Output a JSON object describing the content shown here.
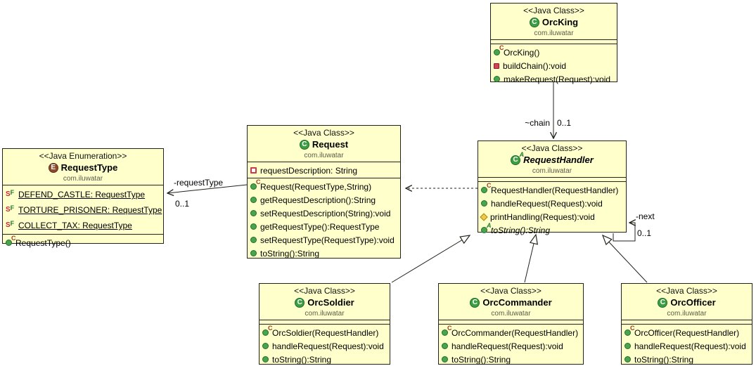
{
  "icons": {
    "class_letter": "C",
    "enum_letter": "E",
    "constructor_sup": "C",
    "abstract_sup": "A",
    "static_sup": "S",
    "final_sup": "F"
  },
  "edges": {
    "chain": {
      "name": "~chain",
      "multiplicity": "0..1"
    },
    "requestType": {
      "name": "-requestType",
      "multiplicity": "0..1"
    },
    "next": {
      "name": "-next",
      "multiplicity": "0..1"
    }
  },
  "classes": {
    "orcKing": {
      "stereotype": "<<Java Class>>",
      "name": "OrcKing",
      "package": "com.iluwatar",
      "methods": [
        {
          "kind": "constructor",
          "label": "OrcKing()"
        },
        {
          "kind": "private",
          "label": "buildChain():void"
        },
        {
          "kind": "public",
          "label": "makeRequest(Request):void"
        }
      ]
    },
    "request": {
      "stereotype": "<<Java Class>>",
      "name": "Request",
      "package": "com.iluwatar",
      "fields": [
        {
          "kind": "private",
          "label": "requestDescription: String"
        }
      ],
      "methods": [
        {
          "kind": "constructor",
          "label": "Request(RequestType,String)"
        },
        {
          "kind": "public",
          "label": "getRequestDescription():String"
        },
        {
          "kind": "public",
          "label": "setRequestDescription(String):void"
        },
        {
          "kind": "public",
          "label": "getRequestType():RequestType"
        },
        {
          "kind": "public",
          "label": "setRequestType(RequestType):void"
        },
        {
          "kind": "public",
          "label": "toString():String"
        }
      ]
    },
    "requestHandler": {
      "stereotype": "<<Java Class>>",
      "name": "RequestHandler",
      "package": "com.iluwatar",
      "methods": [
        {
          "kind": "constructor",
          "label": "RequestHandler(RequestHandler)"
        },
        {
          "kind": "public",
          "label": "handleRequest(Request):void"
        },
        {
          "kind": "protected",
          "label": "printHandling(Request):void"
        },
        {
          "kind": "abstract",
          "label": "toString():String"
        }
      ]
    },
    "requestType": {
      "stereotype": "<<Java Enumeration>>",
      "name": "RequestType",
      "package": "com.iluwatar",
      "fields": [
        {
          "kind": "static-final",
          "label": "DEFEND_CASTLE: RequestType"
        },
        {
          "kind": "static-final",
          "label": "TORTURE_PRISONER: RequestType"
        },
        {
          "kind": "static-final",
          "label": "COLLECT_TAX: RequestType"
        }
      ],
      "methods": [
        {
          "kind": "constructor",
          "label": "RequestType()"
        }
      ]
    },
    "orcSoldier": {
      "stereotype": "<<Java Class>>",
      "name": "OrcSoldier",
      "package": "com.iluwatar",
      "methods": [
        {
          "kind": "constructor",
          "label": "OrcSoldier(RequestHandler)"
        },
        {
          "kind": "public",
          "label": "handleRequest(Request):void"
        },
        {
          "kind": "public",
          "label": "toString():String"
        }
      ]
    },
    "orcCommander": {
      "stereotype": "<<Java Class>>",
      "name": "OrcCommander",
      "package": "com.iluwatar",
      "methods": [
        {
          "kind": "constructor",
          "label": "OrcCommander(RequestHandler)"
        },
        {
          "kind": "public",
          "label": "handleRequest(Request):void"
        },
        {
          "kind": "public",
          "label": "toString():String"
        }
      ]
    },
    "orcOfficer": {
      "stereotype": "<<Java Class>>",
      "name": "OrcOfficer",
      "package": "com.iluwatar",
      "methods": [
        {
          "kind": "constructor",
          "label": "OrcOfficer(RequestHandler)"
        },
        {
          "kind": "public",
          "label": "handleRequest(Request):void"
        },
        {
          "kind": "public",
          "label": "toString():String"
        }
      ]
    }
  }
}
